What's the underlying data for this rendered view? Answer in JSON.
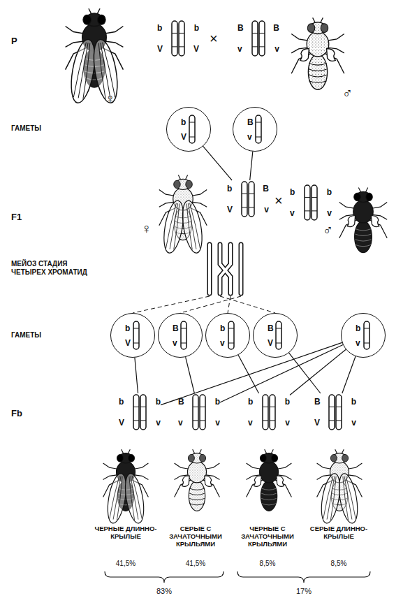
{
  "diagram": {
    "nodes": [
      {
        "text": [
          "b",
          "b",
          "V",
          "V"
        ]
      },
      {
        "text": [
          "B",
          "B",
          "v",
          "v"
        ]
      },
      {
        "text": [
          "b",
          "V"
        ]
      },
      {
        "text": [
          "B",
          "v"
        ]
      },
      {
        "text": [
          "b",
          "B",
          "V",
          "v"
        ]
      },
      {
        "text": [
          "b",
          "b",
          "v",
          "v"
        ]
      },
      {
        "text": [
          "b",
          "V"
        ]
      },
      {
        "text": [
          "B",
          "v"
        ]
      },
      {
        "text": [
          "b",
          "v"
        ]
      },
      {
        "text": [
          "B",
          "V"
        ]
      },
      {
        "text": [
          "b",
          "v"
        ]
      },
      {
        "text": [
          "b",
          "b",
          "V",
          "v"
        ]
      },
      {
        "text": [
          "B",
          "b",
          "v",
          "v"
        ]
      },
      {
        "text": [
          "b",
          "b",
          "v",
          "v"
        ]
      },
      {
        "text": [
          "B",
          "b",
          "V",
          "v"
        ]
      }
    ],
    "edges": [
      {
        "from": 2,
        "to": 4,
        "arrow": "none"
      },
      {
        "from": 3,
        "to": 4,
        "arrow": "none"
      },
      {
        "from": 6,
        "to": 11,
        "arrow": "none"
      },
      {
        "from": 7,
        "to": 12,
        "arrow": "none"
      },
      {
        "from": 8,
        "to": 13,
        "arrow": "none"
      },
      {
        "from": 9,
        "to": 14,
        "arrow": "none"
      },
      {
        "from": 10,
        "to": 11,
        "arrow": "none"
      },
      {
        "from": 10,
        "to": 12,
        "arrow": "none"
      },
      {
        "from": 10,
        "to": 13,
        "arrow": "none"
      },
      {
        "from": 10,
        "to": 14,
        "arrow": "none"
      }
    ],
    "labels": [
      "P",
      "×",
      "♀",
      "♂",
      "ГАМЕТЫ",
      "F1",
      "×",
      "♀",
      "♂",
      "МЕЙОЗ СТАДИЯ ЧЕТЫРЕХ ХРОМАТИД",
      "ГАМЕТЫ",
      "Fb",
      "ЧЕРНЫЕ ДЛИННО-КРЫЛЫЕ",
      "СЕРЫЕ С ЗАЧАТОЧНЫМИ КРЫЛЬЯМИ",
      "ЧЕРНЫЕ С ЗАЧАТОЧНЫМИ КРЫЛЬЯМИ",
      "СЕРЫЕ ДЛИННО-КРЫЛЫЕ",
      "41,5%",
      "41,5%",
      "8,5%",
      "8,5%",
      "83%",
      "17%"
    ]
  }
}
